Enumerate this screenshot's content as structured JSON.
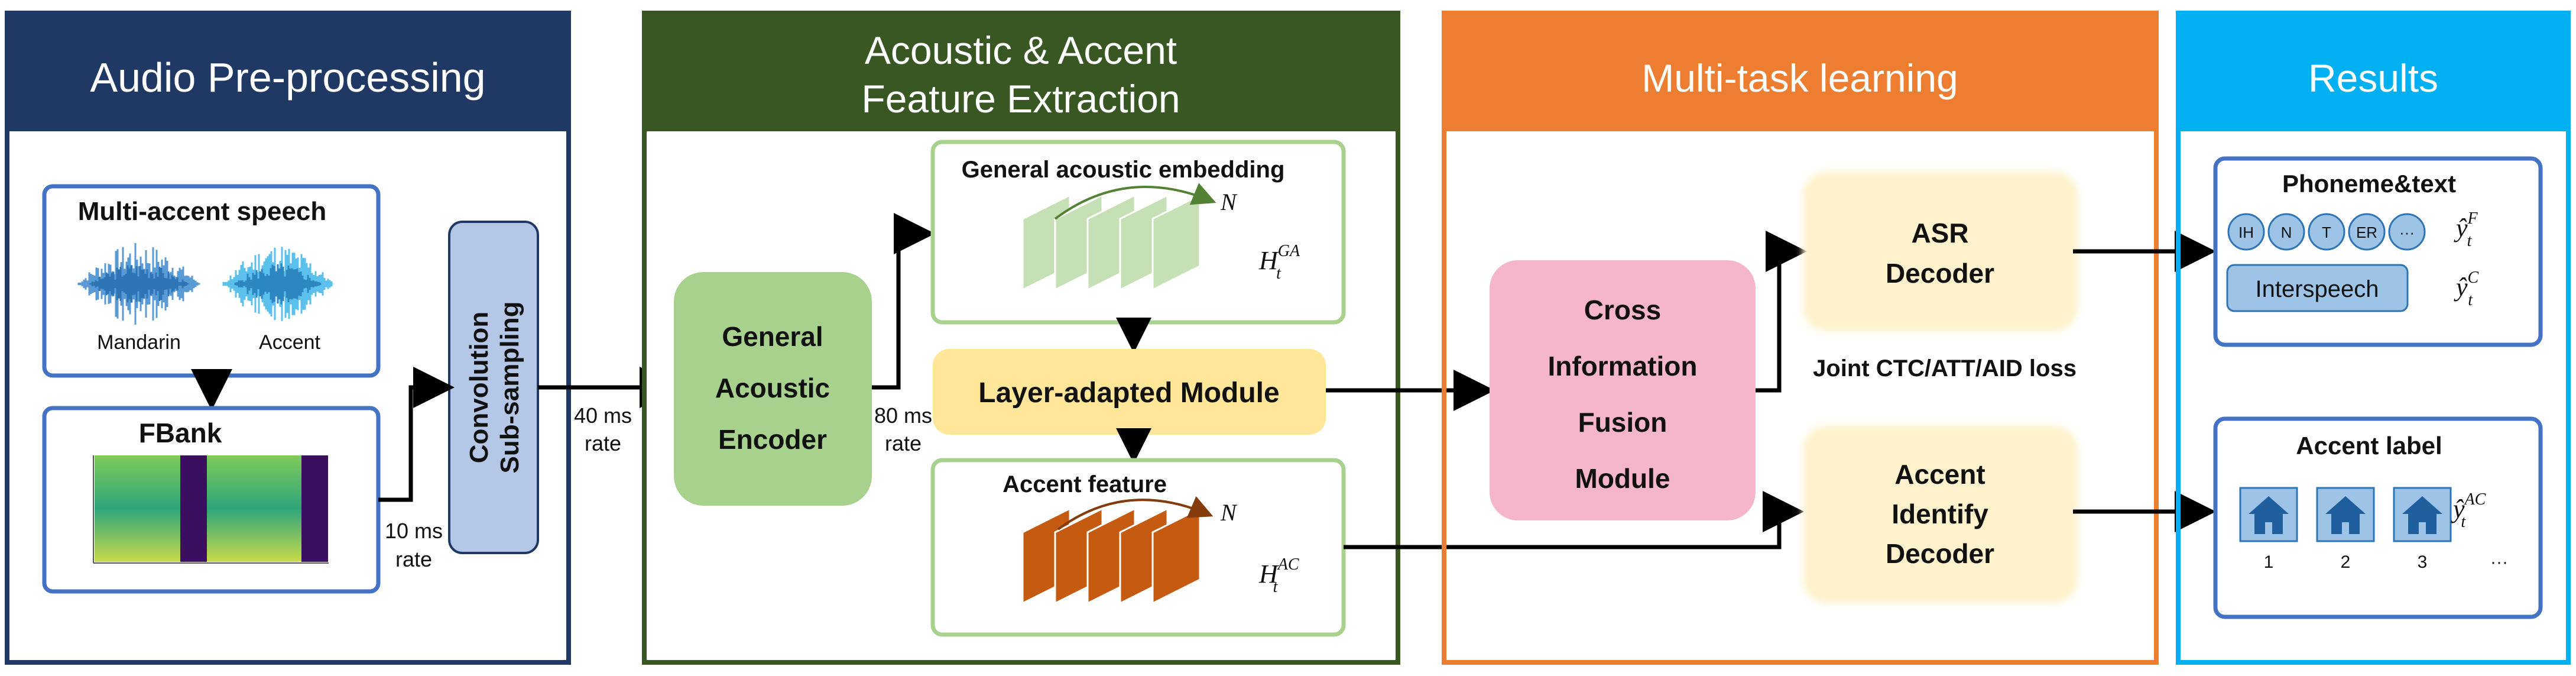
{
  "sections": {
    "preprocessing": {
      "title": "Audio Pre-processing",
      "color": "#1f3864"
    },
    "extraction": {
      "title_line1": "Acoustic & Accent",
      "title_line2": "Feature Extraction",
      "color": "#385723"
    },
    "multitask": {
      "title": "Multi-task learning",
      "color": "#ed7d31"
    },
    "results": {
      "title": "Results",
      "color": "#00b0f0"
    }
  },
  "preprocessing": {
    "speech_box_title": "Multi-accent speech",
    "wave_label_1": "Mandarin",
    "wave_label_2": "Accent",
    "fbank_title": "FBank",
    "conv_line1": "Convolution",
    "conv_line2": "Sub-sampling",
    "rate_10_line1": "10 ms",
    "rate_10_line2": "rate",
    "rate_40_line1": "40 ms",
    "rate_40_line2": "rate"
  },
  "extraction": {
    "encoder_line1": "General",
    "encoder_line2": "Acoustic",
    "encoder_line3": "Encoder",
    "rate_80_line1": "80 ms",
    "rate_80_line2": "rate",
    "embed_title": "General acoustic embedding",
    "embed_n": "N",
    "embed_symbol_base": "H",
    "embed_symbol_sub": "t",
    "embed_symbol_sup": "GA",
    "layer_module": "Layer-adapted Module",
    "accent_title": "Accent feature",
    "accent_n": "N",
    "accent_symbol_base": "H",
    "accent_symbol_sub": "t",
    "accent_symbol_sup": "AC"
  },
  "multitask": {
    "fusion_line1": "Cross",
    "fusion_line2": "Information",
    "fusion_line3": "Fusion",
    "fusion_line4": "Module",
    "asr_line1": "ASR",
    "asr_line2": "Decoder",
    "loss_label": "Joint CTC/ATT/AID loss",
    "aid_line1": "Accent",
    "aid_line2": "Identify",
    "aid_line3": "Decoder"
  },
  "results": {
    "phoneme_title": "Phoneme&text",
    "phonemes": [
      "IH",
      "N",
      "T",
      "ER",
      "···"
    ],
    "text_pill": "Interspeech",
    "yf_base": "ŷ",
    "yf_sub": "t",
    "yf_sup": "F",
    "yc_base": "ŷ",
    "yc_sub": "t",
    "yc_sup": "C",
    "accent_title": "Accent label",
    "accent_indices": [
      "1",
      "2",
      "3",
      "···"
    ],
    "yac_base": "ŷ",
    "yac_sub": "t",
    "yac_sup": "AC"
  },
  "colors": {
    "sketch_border": "#4472c4",
    "encoder_fill": "#a9d18e",
    "layer_fill": "#ffe699",
    "fusion_fill": "#f4b6c8",
    "decoder_fill": "#fff2cc",
    "conv_fill": "#b4c7e7",
    "ga_plate": "#c5e0b4",
    "ac_plate": "#c55a11",
    "pill_fill": "#9dc3e6"
  }
}
